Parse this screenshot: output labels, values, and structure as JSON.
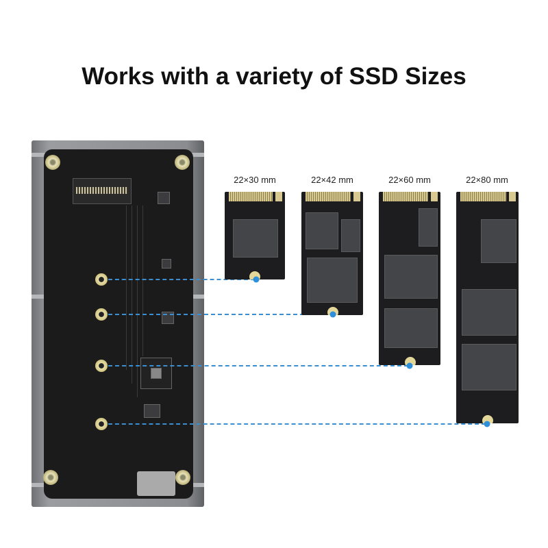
{
  "title": "Works with a variety of SSD Sizes",
  "ssd_sizes": [
    {
      "label": "22×30 mm"
    },
    {
      "label": "22×42 mm"
    },
    {
      "label": "22×60 mm"
    },
    {
      "label": "22×80 mm"
    }
  ],
  "colors": {
    "accent_line": "#3b8fd0",
    "board": "#1b1b1c",
    "enclosure": "#8a8c90",
    "gold": "#d8c990"
  }
}
